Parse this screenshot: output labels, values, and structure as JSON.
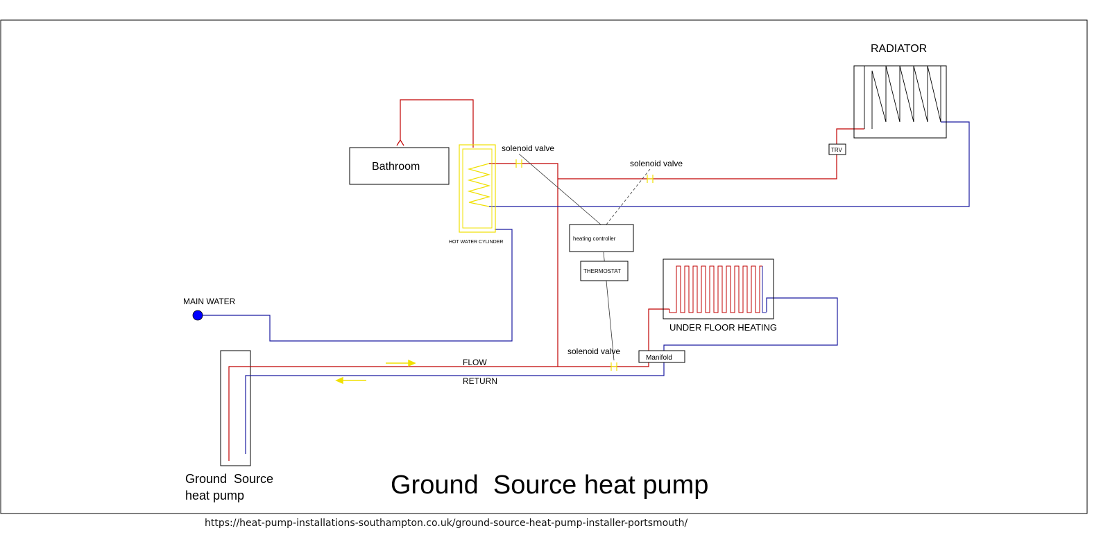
{
  "diagram": {
    "title": "Ground  Source heat pump",
    "source_url": "https://heat-pump-installations-southampton.co.uk/ground-source-heat-pump-installer-portsmouth/",
    "labels": {
      "radiator": "RADIATOR",
      "bathroom": "Bathroom",
      "solenoid_valve_1": "solenoid valve",
      "solenoid_valve_2": "solenoid valve",
      "solenoid_valve_3": "solenoid valve",
      "hot_water_cylinder": "HOT WATER CYLINDER",
      "heating_controller": "heating controller",
      "thermostat": "THERMOSTAT",
      "main_water": "MAIN WATER",
      "under_floor_heating": "UNDER FLOOR HEATING",
      "manifold": "Manifold",
      "flow": "FLOW",
      "return": "RETURN",
      "trv": "TRV",
      "ground_source_line1": "Ground  Source",
      "ground_source_line2": "heat pump"
    },
    "colors": {
      "flow_pipe": "#c00000",
      "return_pipe": "#1a1aa0",
      "coil": "#f0e000",
      "arrow": "#f0e000",
      "outline": "#000000",
      "main_water_dot": "#0000ff"
    }
  }
}
